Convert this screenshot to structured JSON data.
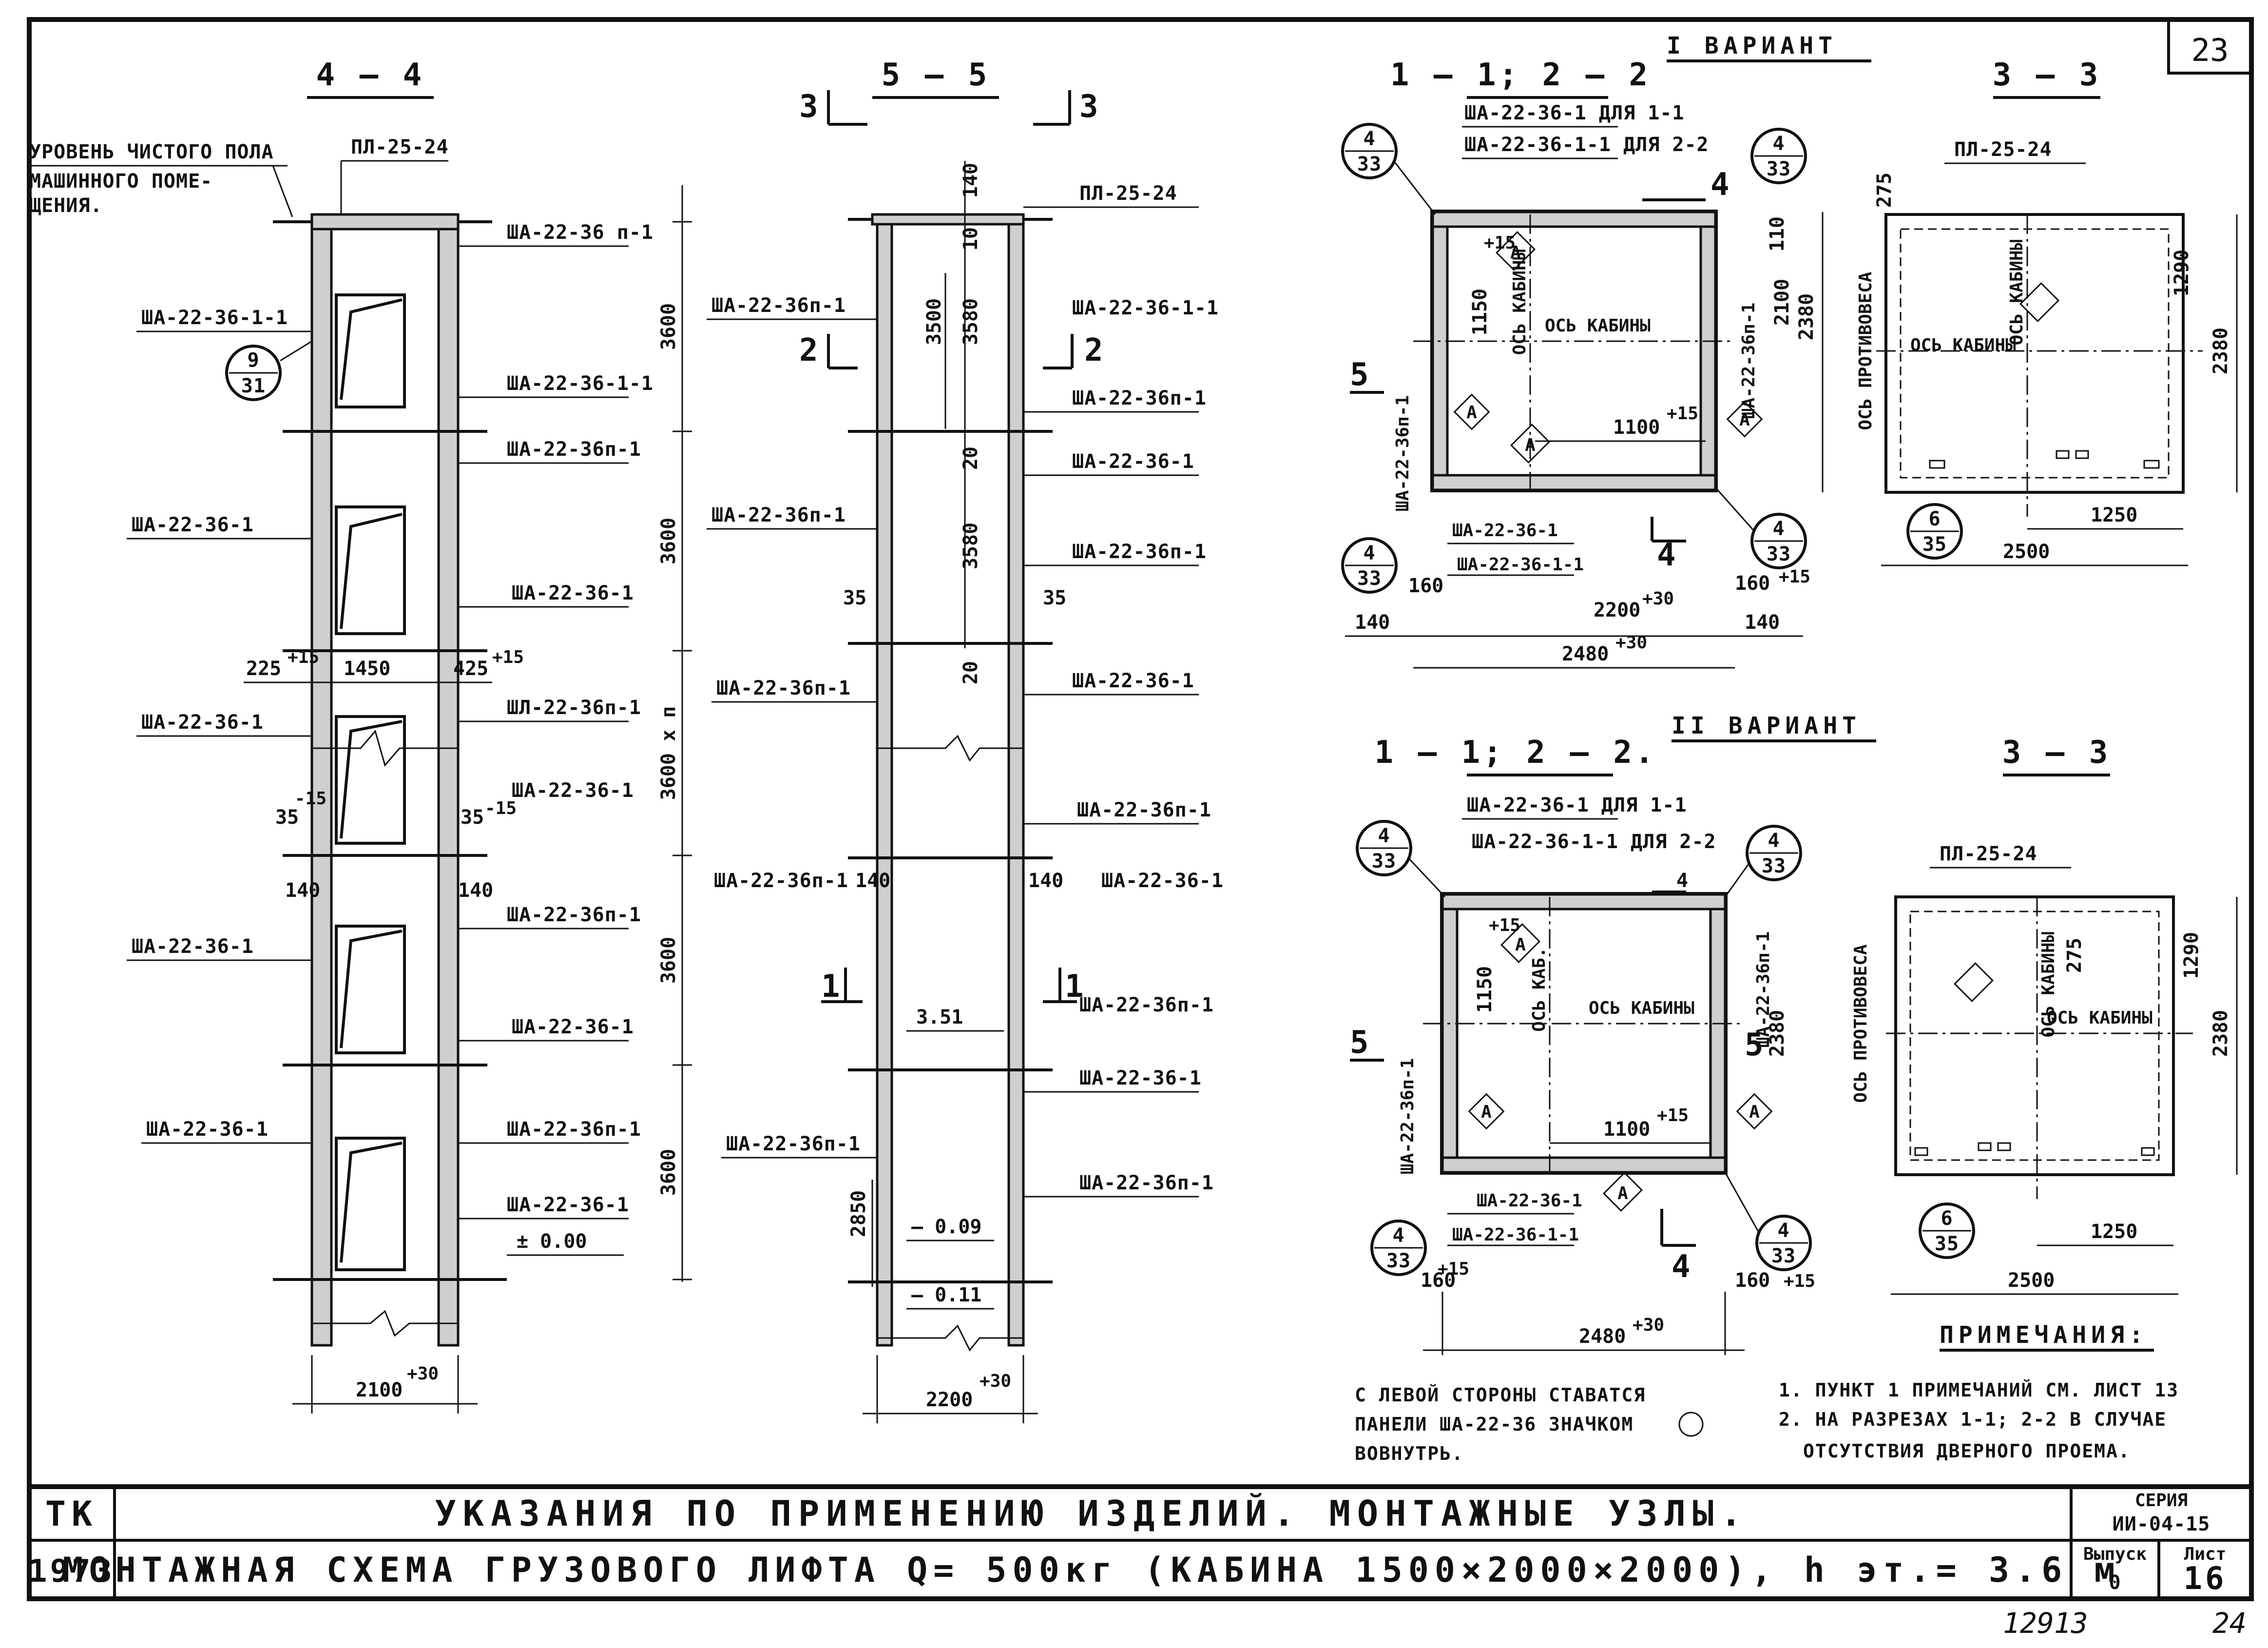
{
  "sheet": {
    "number": "23",
    "footer_handwritten_left": "12913",
    "footer_handwritten_right": "24"
  },
  "sections": {
    "s44": "4 – 4",
    "s55": "5 – 5",
    "v1_title": "1 – 1; 2 – 2",
    "v1_33": "3 – 3",
    "v2_title": "1 – 1; 2 – 2.",
    "v2_33": "3 – 3",
    "variant1": "I ВАРИАНТ",
    "variant2": "II ВАРИАНТ"
  },
  "s44": {
    "level_note_1": "УРОВЕНЬ ЧИСТОГО ПОЛА",
    "level_note_2": "МАШИННОГО ПОМЕ-",
    "level_note_3": "ЩЕНИЯ.",
    "top_slab": "ПЛ-25-24",
    "labels_right": [
      "ША-22-36 п-1",
      "ША-22-36-1-1",
      "ША-22-36п-1",
      "ША-22-36-1",
      "ШЛ-22-36п-1",
      "ША-22-36-1",
      "ША-22-36п-1",
      "ША-22-36-1",
      "ША-22-36п-1",
      "ША-22-36-1"
    ],
    "labels_left": [
      "ША-22-36-1-1",
      "ША-22-36-1",
      "ША-22-36-1",
      "ША-22-36-1",
      "ША-22-36-1"
    ],
    "callout_top": "9",
    "callout_bot": "31",
    "dims_vertical": [
      "3600",
      "3600",
      "3600 х п",
      "3600",
      "3600"
    ],
    "dim_225": "225",
    "dim_1450": "1450",
    "dim_425": "425",
    "dim_15a": "+15",
    "dim_15b": "+15",
    "dim_35a": "35",
    "dim_35b": "35",
    "dim_minus15a": "-15",
    "dim_minus15b": "-15",
    "dim_140a": "140",
    "dim_140b": "140",
    "dim_level": "± 0.00",
    "bottom_dim": "2100",
    "bottom_tol": "+30"
  },
  "s55": {
    "cut3_left": "3",
    "cut3_right": "3",
    "cut2_left": "2",
    "cut2_right": "2",
    "cut1_left": "1",
    "cut1_right": "1",
    "top_slab": "ПЛ-25-24",
    "labels_left": [
      "ША-22-36п-1",
      "ША-22-36п-1",
      "ША-22-36п-1",
      "ША-22-36п-1",
      "ША-22-36п-1"
    ],
    "labels_right": [
      "ША-22-36-1-1",
      "ША-22-36п-1",
      "ША-22-36-1",
      "ША-22-36п-1",
      "ША-22-36-1",
      "ША-22-36п-1",
      "ША-22-36-1",
      "ША-22-36п-1",
      "ША-22-36-1",
      "ША-22-36п-1"
    ],
    "dims": [
      "140",
      "10",
      "3500",
      "3580",
      "20",
      "3580",
      "20"
    ],
    "dim_35a": "35",
    "dim_35b": "35",
    "dim_140a": "140",
    "dim_140b": "140",
    "dim_351": "3.51",
    "dim_2850": "2850",
    "dim_m009": "– 0.09",
    "dim_m011": "– 0.11",
    "bottom_dim": "2200",
    "bottom_tol": "+30"
  },
  "v1": {
    "lbl_1": "ША-22-36-1 ДЛЯ 1-1",
    "lbl_2": "ША-22-36-1-1 ДЛЯ 2-2",
    "axis_cabin": "ОСЬ КАБИНЫ",
    "axis_cabin_v": "ОСЬ КАБИНЫ",
    "axis_counter": "ОСЬ ПРОТИВОВЕСА",
    "left_panel": "ША-22-36п-1",
    "right_panel": "ША-22-36п-1",
    "bottom_lbl_1": "ША-22-36-1",
    "bottom_lbl_2": "ША-22-36-1-1",
    "dim_1150": "1150",
    "dim_1100": "1100",
    "dim_110": "110",
    "dim_2100": "2100",
    "dim_2380": "2380",
    "dim_2200": "2200",
    "dim_2480": "2480",
    "dim_160a": "160",
    "dim_160b": "160",
    "dim_140a": "140",
    "dim_140b": "140",
    "tol_15": "+15",
    "tol_30": "+30",
    "cut4": "4",
    "cut5": "5",
    "callouts": [
      [
        "4",
        "33"
      ],
      [
        "4",
        "33"
      ],
      [
        "4",
        "33"
      ],
      [
        "4",
        "33"
      ]
    ],
    "mark": "А"
  },
  "v1_33": {
    "slab": "ПЛ-25-24",
    "axis_cabin": "ОСЬ КАБИНЫ",
    "axis_v": "ОСЬ КАБИНЫ",
    "dim_275": "275",
    "dim_1290": "1290",
    "dim_2380": "2380",
    "dim_1250": "1250",
    "dim_2500": "2500",
    "callout": [
      "6",
      "35"
    ]
  },
  "v2": {
    "lbl_1": "ША-22-36-1 ДЛЯ 1-1",
    "lbl_2": "ША-22-36-1-1 ДЛЯ 2-2",
    "axis_cabin": "ОСЬ КАБИНЫ",
    "axis_cabin_v": "ОСЬ КАБ.",
    "axis_counter": "ОСЬ ПРОТИВОВЕСА",
    "left_panel": "ША-22-36п-1",
    "right_panel": "ША-22-36п-1",
    "bottom_lbl_1": "ША-22-36-1",
    "bottom_lbl_2": "ША-22-36-1-1",
    "dim_1150": "1150",
    "dim_1100": "1100",
    "dim_2380": "2380",
    "dim_2480": "2480",
    "dim_160a": "160",
    "dim_160b": "160",
    "tol_15": "+15",
    "tol_30": "+30",
    "cut4": "4",
    "cut5": "5",
    "callouts": [
      [
        "4",
        "33"
      ],
      [
        "4",
        "33"
      ],
      [
        "4",
        "33"
      ],
      [
        "4",
        "33"
      ]
    ],
    "mark": "А"
  },
  "v2_33": {
    "slab": "ПЛ-25-24",
    "axis_cabin": "ОСЬ КАБИНЫ",
    "axis_v": "ОСЬ КАБИНЫ",
    "dim_275": "275",
    "dim_1290": "1290",
    "dim_2380": "2380",
    "dim_1250": "1250",
    "dim_2500": "2500",
    "callout": [
      "6",
      "35"
    ]
  },
  "notes": {
    "left_1": "С ЛЕВОЙ СТОРОНЫ СТАВАТСЯ",
    "left_2": "ПАНЕЛИ ША-22-36 ЗНАЧКОМ",
    "left_3": "ВОВНУТРЬ.",
    "heading": "ПРИМЕЧАНИЯ:",
    "n1": "1. ПУНКТ 1 ПРИМЕЧАНИЙ СМ. ЛИСТ 13",
    "n2": "2. НА РАЗРЕЗАХ 1-1; 2-2 В СЛУЧАЕ",
    "n3": "ОТСУТСТВИЯ ДВЕРНОГО ПРОЕМА."
  },
  "titleblock": {
    "tk": "ТК",
    "year": "1973",
    "line1": "УКАЗАНИЯ ПО ПРИМЕНЕНИЮ ИЗДЕЛИЙ. МОНТАЖНЫЕ УЗЛЫ.",
    "line2": "МОНТАЖНАЯ СХЕМА ГРУЗОВОГО ЛИФТА Q= 500кг  (КАБИНА 1500×2000×2000), h эт.= 3.6 м",
    "series_label": "СЕРИЯ",
    "series": "ИИ-04-15",
    "issue_label": "Выпуск",
    "issue": "0",
    "sheet_label": "Лист",
    "sheet": "16"
  }
}
